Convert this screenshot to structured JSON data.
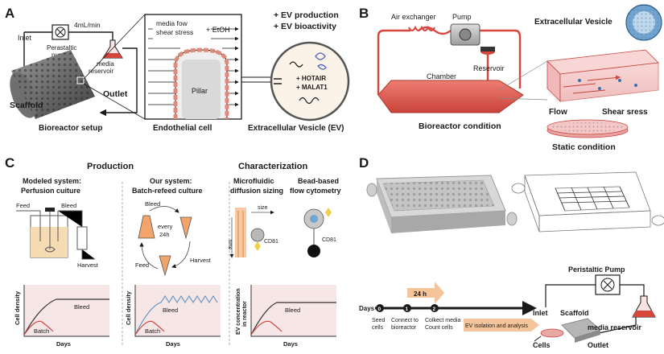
{
  "panels": {
    "A": {
      "letter": "A",
      "flow_rate": "4mL/min",
      "inlet": "Inlet",
      "pump": "Perastaltic pump",
      "reservoir": "media reservoir",
      "scaffold": "Scaffold",
      "outlet": "Outlet",
      "setup": "Bioreactor setup",
      "shear_line1": "media fow",
      "shear_line2": "shear stress",
      "etoh": "+ EtOH",
      "pillar": "Pillar",
      "endothelial": "Endothelial cell",
      "ev_production": "+ EV production",
      "ev_bioactivity": "+ EV bioactivity",
      "hotair": "+ HOTAIR",
      "malat1": "+ MALAT1",
      "ev_caption": "Extracellular Vesicle (EV)"
    },
    "B": {
      "letter": "B",
      "air_exchanger": "Air exchanger",
      "pump": "Pump",
      "reservoir": "Reservoir",
      "chamber": "Chamber",
      "condition": "Bioreactor condition",
      "ev": "Extracellular Vesicle",
      "flow": "Flow",
      "shear": "Shear sress",
      "static": "Static condition"
    },
    "C": {
      "letter": "C",
      "production": "Production",
      "characterization": "Characterization",
      "modeled_line1": "Modeled system:",
      "modeled_line2": "Perfusion cuiture",
      "our_line1": "Our system:",
      "our_line2": "Batch-refeed culture",
      "micro_line1": "Microfluidic",
      "micro_line2": "diffusion sizing",
      "bead_line1": "Bead-based",
      "bead_line2": "flow cytometry",
      "feed": "Feed",
      "bleed": "Bleed",
      "harvest": "Harvest",
      "every": "every",
      "every_24h": "24h",
      "size": "size",
      "time": "time",
      "cd81": "CD81",
      "cd81_b": "CD81",
      "graph1_ylabel": "Cell density",
      "graph2_ylabel": "Cell density",
      "graph3_ylabel_line1": "EV concentration",
      "graph3_ylabel_line2": "in reactor",
      "graph_bleed": "Bleed",
      "graph_batch": "Batch",
      "days": "Days"
    },
    "D": {
      "letter": "D",
      "peristaltic": "Peristaltic Pump",
      "inlet": "Inlet",
      "scaffold": "Scaffold",
      "media_reservoir": "media reservoir",
      "cells": "Cells",
      "outlet": "Outlet",
      "timeline": {
        "days": "Days",
        "marks": [
          "0",
          "1",
          "2"
        ],
        "interval": "24 h",
        "steps": [
          {
            "line1": "Seed",
            "line2": "cells"
          },
          {
            "line1": "Connect to",
            "line2": "bioreactor"
          },
          {
            "line1": "Colkect media",
            "line2": "Count cells"
          }
        ],
        "analysis": "EV isolation and analysis"
      }
    }
  },
  "colors": {
    "tube_red": "#d7463d",
    "chamber_red": "#e05a4e",
    "panel_gray": "#c8c8c8",
    "orange_accent": "#f2a46a",
    "cell_pink": "#e8a8a4",
    "graph_bg": "#f7e6e6"
  }
}
